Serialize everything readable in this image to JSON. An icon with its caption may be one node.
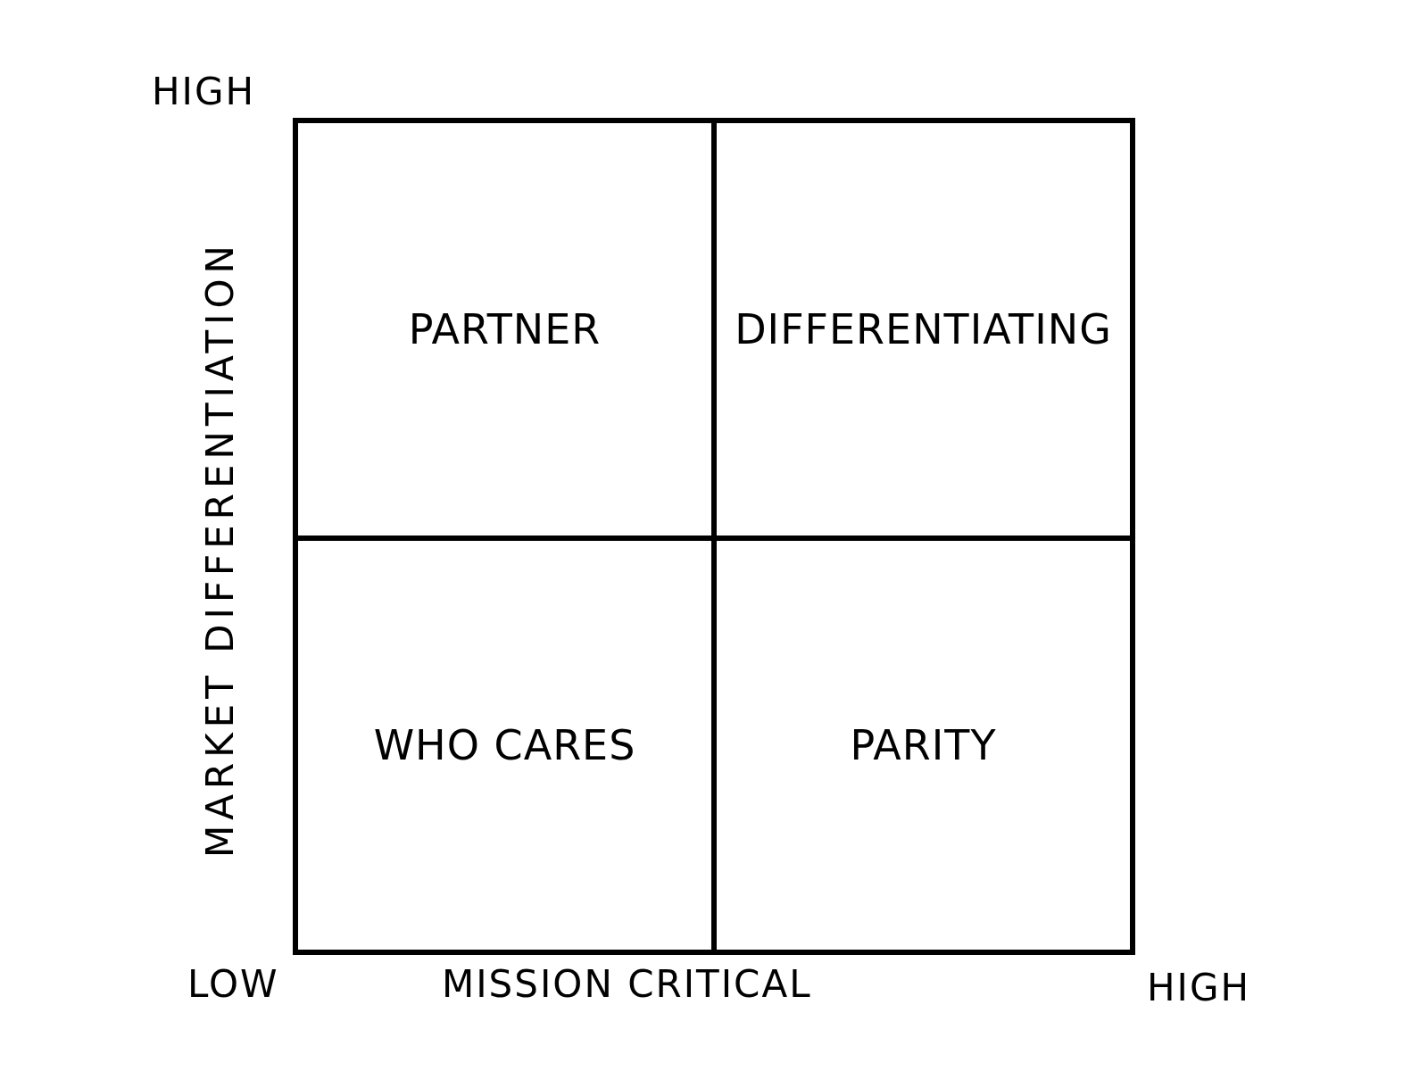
{
  "diagram": {
    "nodes": [
      {
        "text": [
          "PARTNER"
        ]
      },
      {
        "text": [
          "DIFFERENTIATING"
        ]
      },
      {
        "text": [
          "WHO CARES"
        ]
      },
      {
        "text": [
          "PARITY"
        ]
      }
    ],
    "labels": [
      "HIGH",
      "MARKET DIFFERENTIATION",
      "LOW",
      "MISSION CRITICAL",
      "HIGH"
    ]
  }
}
